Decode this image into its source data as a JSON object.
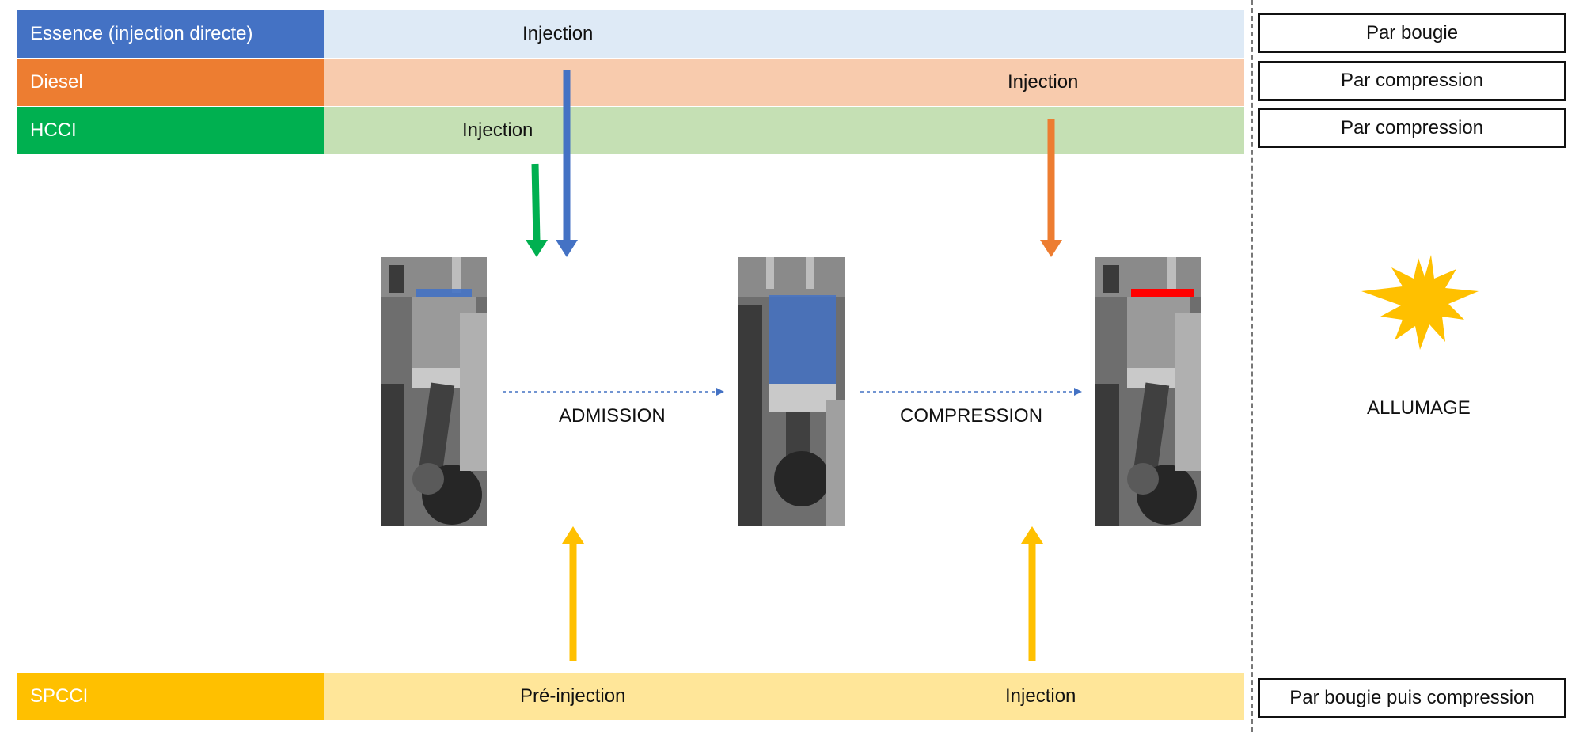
{
  "fuels": [
    {
      "name": "Essence (injection directe)",
      "color": "#4472C4",
      "band": "#DEEAF6",
      "injection": [
        "Injection"
      ],
      "ignition": "Par bougie"
    },
    {
      "name": "Diesel",
      "color": "#ED7D31",
      "band": "#F8CBAD",
      "injection": [
        "Injection"
      ],
      "ignition": "Par compression"
    },
    {
      "name": "HCCI",
      "color": "#00B050",
      "band": "#C5E0B4",
      "injection": [
        "Injection"
      ],
      "ignition": "Par compression"
    },
    {
      "name": "SPCCI",
      "color": "#FFC000",
      "band": "#FFE699",
      "injection": [
        "Pré-injection",
        "Injection"
      ],
      "ignition": "Par bougie puis compression"
    }
  ],
  "stages": {
    "admission": "ADMISSION",
    "compression": "COMPRESSION",
    "allumage": "ALLUMAGE"
  },
  "icons": {
    "engine": "engine-cylinder-cutaway-icon",
    "spark": "spark-starburst-icon"
  }
}
